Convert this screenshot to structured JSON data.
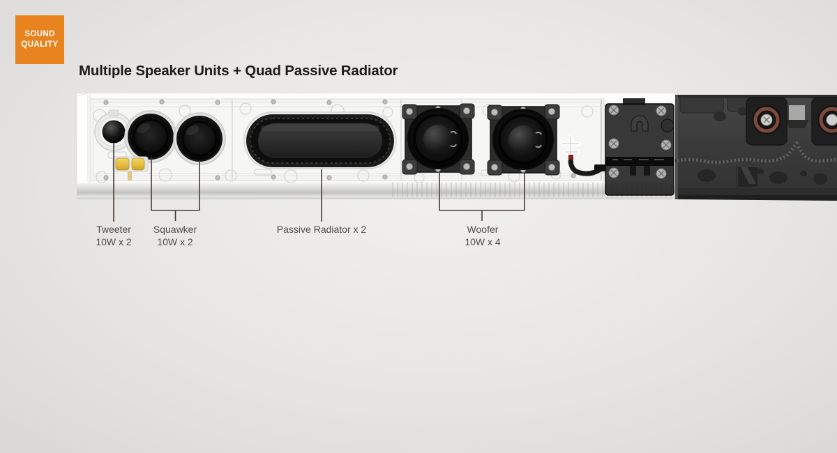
{
  "badge": {
    "line1": "SOUND",
    "line2": "QUALITY"
  },
  "title": "Multiple Speaker Units + Quad Passive Radiator",
  "callouts": [
    {
      "name": "Tweeter",
      "spec": "10W x 2"
    },
    {
      "name": "Squawker",
      "spec": "10W x 2"
    },
    {
      "name": "Passive Radiator x 2",
      "spec": ""
    },
    {
      "name": "Woofer",
      "spec": "10W x 4"
    }
  ],
  "colors": {
    "badge_bg": "#E8831D",
    "badge_text": "#FFFFFF",
    "title": "#1C1C1C",
    "label_text": "#4C4C4C",
    "callout_line": "#473C33",
    "background_edge": "#D7D6D4",
    "background_center": "#F1F0EE"
  }
}
